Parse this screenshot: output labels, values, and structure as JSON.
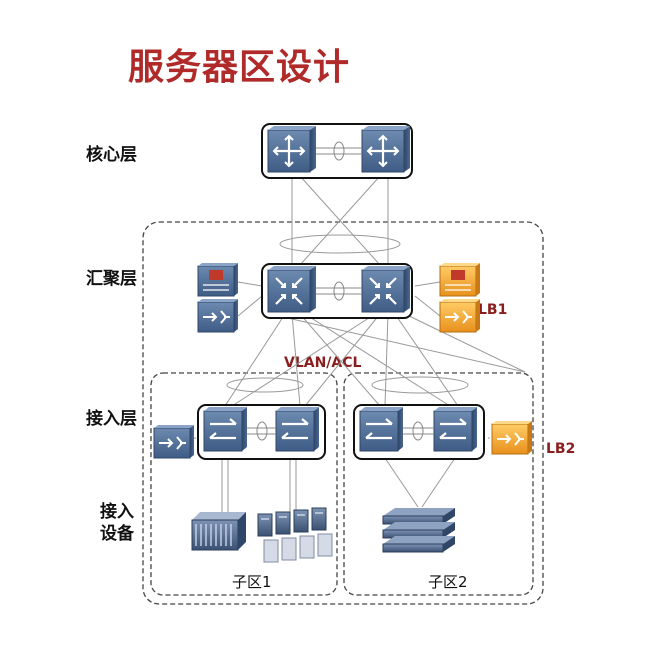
{
  "title": "服务器区设计",
  "layers": {
    "core": "核心层",
    "aggregation": "汇聚层",
    "access": "接入层",
    "access_devices_line1": "接入",
    "access_devices_line2": "设备"
  },
  "labels": {
    "vlan_acl": "VLAN/ACL",
    "lb1": "LB1",
    "lb2": "LB2",
    "zone1": "子区1",
    "zone2": "子区2"
  },
  "colors": {
    "title": "#b02a2a",
    "switch": "#4a6a93",
    "firewall_orange": "#f0a030",
    "tag": "#8a1d1d"
  },
  "icons": {
    "core_switch": "core-switch-icon",
    "aggregation_switch": "aggregation-switch-icon",
    "access_switch": "access-switch-icon",
    "firewall": "firewall-icon",
    "load_balancer": "load-balancer-icon",
    "server": "server-icon"
  }
}
